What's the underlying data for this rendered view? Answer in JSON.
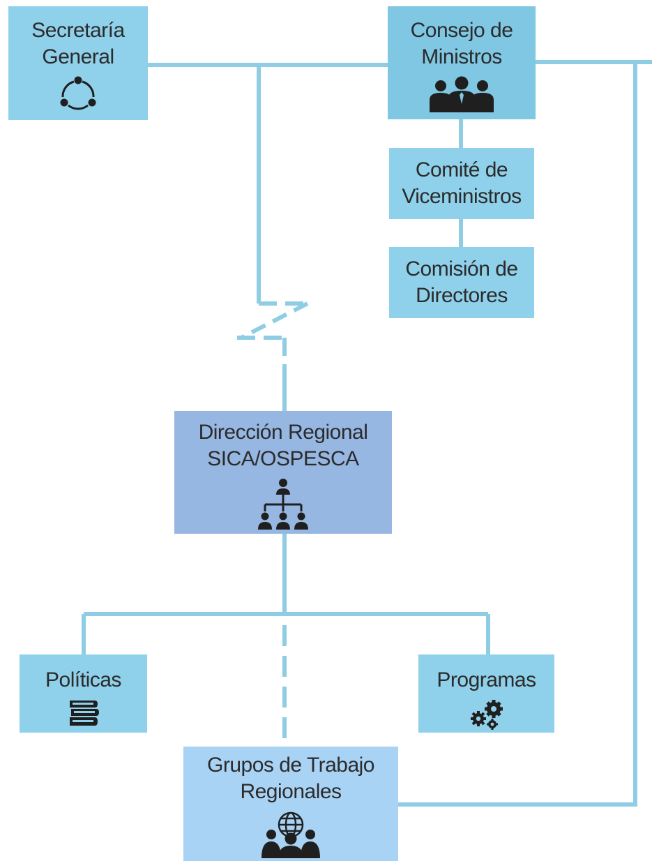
{
  "diagram": {
    "nodes": {
      "secretaria": {
        "label": "Secretaría\nGeneral",
        "icon": "cycle-arrows-icon"
      },
      "consejo": {
        "label": "Consejo de\nMinistros",
        "icon": "people-group-icon"
      },
      "comite": {
        "label": "Comité de\nViceministros"
      },
      "comision": {
        "label": "Comisión de\nDirectores"
      },
      "direccion": {
        "label": "Dirección Regional\nSICA/OSPESCA",
        "icon": "org-hierarchy-icon"
      },
      "politicas": {
        "label": "Políticas",
        "icon": "book-stack-icon"
      },
      "programas": {
        "label": "Programas",
        "icon": "gears-icon"
      },
      "grupos": {
        "label": "Grupos de Trabajo\nRegionales",
        "icon": "global-team-icon"
      }
    },
    "colors": {
      "connector": "#8fcde4",
      "box_light": "#8fd0ea",
      "box_mid": "#7fc7e3",
      "box_director": "#97b7e3",
      "box_pale": "#a9d3f4",
      "icon": "#1f1f1f",
      "text": "#2b2b2b"
    }
  }
}
